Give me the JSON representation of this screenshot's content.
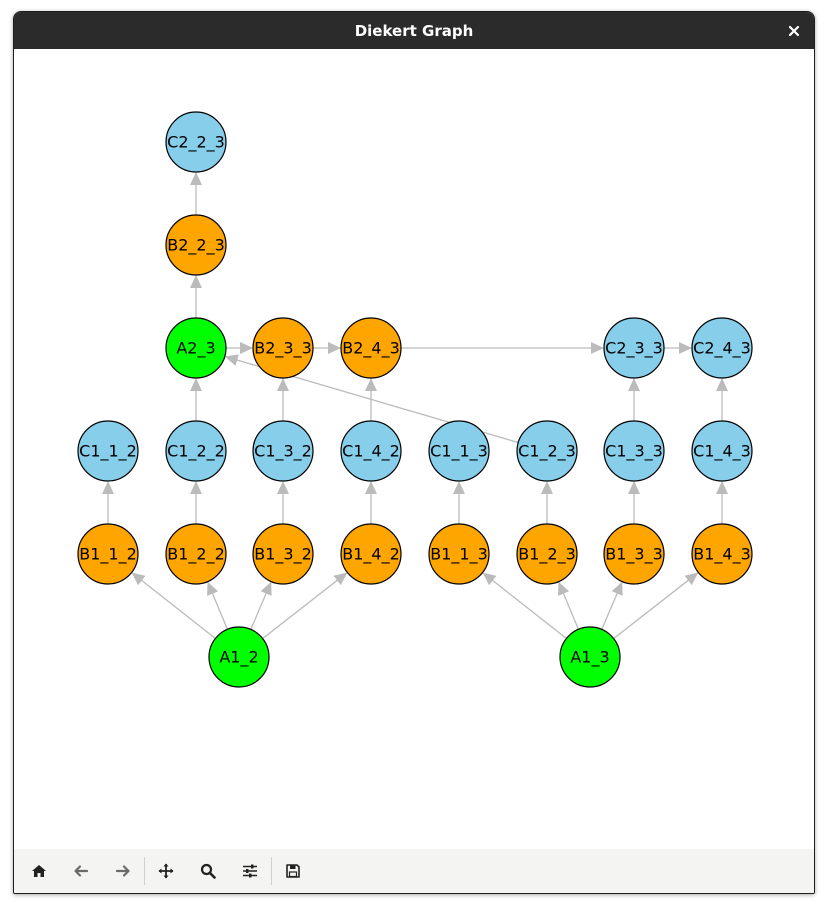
{
  "window": {
    "title": "Diekert Graph",
    "close_icon": "close-icon"
  },
  "colors": {
    "green": "#00ff00",
    "orange": "#ffa500",
    "blue": "#87ceeb",
    "edge": "#bbbbbb"
  },
  "graph": {
    "nodes": [
      {
        "id": "C2_2_3",
        "label": "C2_2_3",
        "kind": "blue"
      },
      {
        "id": "B2_2_3",
        "label": "B2_2_3",
        "kind": "orange"
      },
      {
        "id": "A2_3",
        "label": "A2_3",
        "kind": "green"
      },
      {
        "id": "B2_3_3",
        "label": "B2_3_3",
        "kind": "orange"
      },
      {
        "id": "B2_4_3",
        "label": "B2_4_3",
        "kind": "orange"
      },
      {
        "id": "C2_3_3",
        "label": "C2_3_3",
        "kind": "blue"
      },
      {
        "id": "C2_4_3",
        "label": "C2_4_3",
        "kind": "blue"
      },
      {
        "id": "C1_1_2",
        "label": "C1_1_2",
        "kind": "blue"
      },
      {
        "id": "C1_2_2",
        "label": "C1_2_2",
        "kind": "blue"
      },
      {
        "id": "C1_3_2",
        "label": "C1_3_2",
        "kind": "blue"
      },
      {
        "id": "C1_4_2",
        "label": "C1_4_2",
        "kind": "blue"
      },
      {
        "id": "C1_1_3",
        "label": "C1_1_3",
        "kind": "blue"
      },
      {
        "id": "C1_2_3",
        "label": "C1_2_3",
        "kind": "blue"
      },
      {
        "id": "C1_3_3",
        "label": "C1_3_3",
        "kind": "blue"
      },
      {
        "id": "C1_4_3",
        "label": "C1_4_3",
        "kind": "blue"
      },
      {
        "id": "B1_1_2",
        "label": "B1_1_2",
        "kind": "orange"
      },
      {
        "id": "B1_2_2",
        "label": "B1_2_2",
        "kind": "orange"
      },
      {
        "id": "B1_3_2",
        "label": "B1_3_2",
        "kind": "orange"
      },
      {
        "id": "B1_4_2",
        "label": "B1_4_2",
        "kind": "orange"
      },
      {
        "id": "B1_1_3",
        "label": "B1_1_3",
        "kind": "orange"
      },
      {
        "id": "B1_2_3",
        "label": "B1_2_3",
        "kind": "orange"
      },
      {
        "id": "B1_3_3",
        "label": "B1_3_3",
        "kind": "orange"
      },
      {
        "id": "B1_4_3",
        "label": "B1_4_3",
        "kind": "orange"
      },
      {
        "id": "A1_2",
        "label": "A1_2",
        "kind": "green"
      },
      {
        "id": "A1_3",
        "label": "A1_3",
        "kind": "green"
      }
    ],
    "edges": [
      [
        "B2_2_3",
        "C2_2_3"
      ],
      [
        "A2_3",
        "B2_2_3"
      ],
      [
        "A2_3",
        "B2_3_3"
      ],
      [
        "B2_3_3",
        "B2_4_3"
      ],
      [
        "B2_4_3",
        "C2_3_3"
      ],
      [
        "C2_3_3",
        "C2_4_3"
      ],
      [
        "C1_2_2",
        "A2_3"
      ],
      [
        "C1_3_2",
        "B2_3_3"
      ],
      [
        "C1_4_2",
        "B2_4_3"
      ],
      [
        "C1_2_3",
        "A2_3"
      ],
      [
        "C1_3_3",
        "C2_3_3"
      ],
      [
        "C1_4_3",
        "C2_4_3"
      ],
      [
        "B1_1_2",
        "C1_1_2"
      ],
      [
        "B1_2_2",
        "C1_2_2"
      ],
      [
        "B1_3_2",
        "C1_3_2"
      ],
      [
        "B1_4_2",
        "C1_4_2"
      ],
      [
        "B1_1_3",
        "C1_1_3"
      ],
      [
        "B1_2_3",
        "C1_2_3"
      ],
      [
        "B1_3_3",
        "C1_3_3"
      ],
      [
        "B1_4_3",
        "C1_4_3"
      ],
      [
        "A1_2",
        "B1_1_2"
      ],
      [
        "A1_2",
        "B1_2_2"
      ],
      [
        "A1_2",
        "B1_3_2"
      ],
      [
        "A1_2",
        "B1_4_2"
      ],
      [
        "A1_3",
        "B1_1_3"
      ],
      [
        "A1_3",
        "B1_2_3"
      ],
      [
        "A1_3",
        "B1_3_3"
      ],
      [
        "A1_3",
        "B1_4_3"
      ]
    ]
  },
  "toolbar": {
    "buttons": [
      {
        "name": "home-button",
        "icon": "home-icon"
      },
      {
        "name": "back-button",
        "icon": "arrow-left-icon"
      },
      {
        "name": "forward-button",
        "icon": "arrow-right-icon"
      },
      {
        "name": "pan-button",
        "icon": "move-icon"
      },
      {
        "name": "zoom-button",
        "icon": "magnifier-icon"
      },
      {
        "name": "configure-subplots-button",
        "icon": "sliders-icon"
      },
      {
        "name": "save-button",
        "icon": "floppy-disk-icon"
      }
    ]
  }
}
